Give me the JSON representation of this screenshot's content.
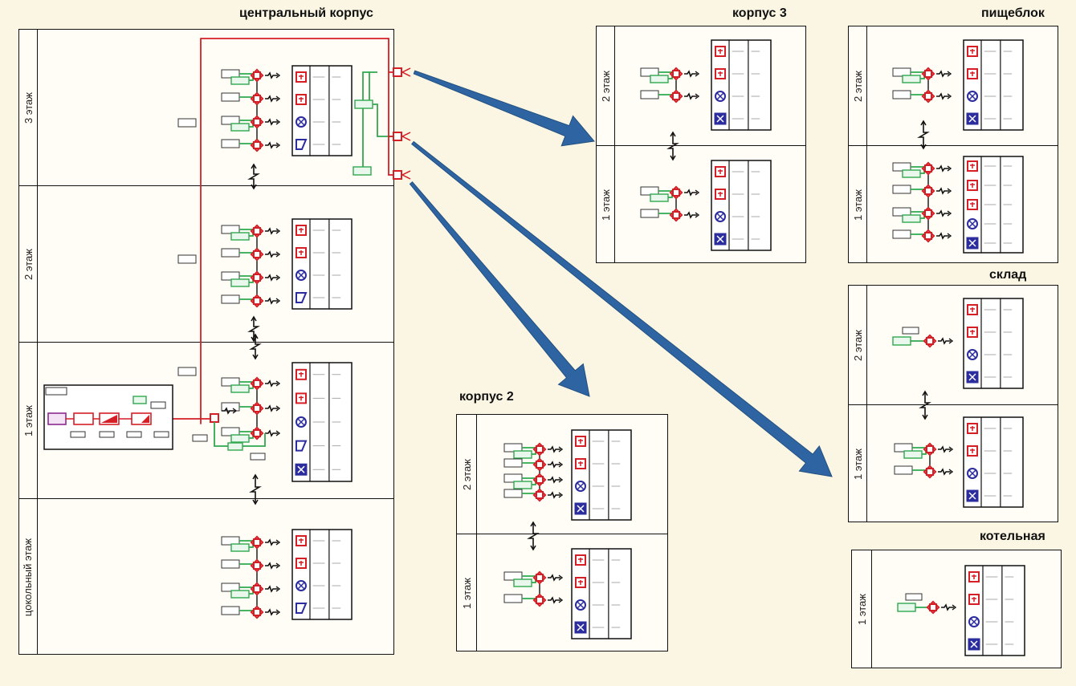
{
  "buildings": {
    "central": {
      "title": "центральный корпус",
      "floors": [
        "3 этаж",
        "2 этаж",
        "1 этаж",
        "цокольный этаж"
      ]
    },
    "korpus3": {
      "title": "корпус 3",
      "floors": [
        "2 этаж",
        "1 этаж"
      ]
    },
    "pishcheblok": {
      "title": "пищеблок",
      "floors": [
        "2 этаж",
        "1 этаж"
      ]
    },
    "sklad": {
      "title": "склад",
      "floors": [
        "2 этаж",
        "1 этаж"
      ]
    },
    "korpus2": {
      "title": "корпус 2",
      "floors": [
        "2 этаж",
        "1 этаж"
      ]
    },
    "kotelnaya": {
      "title": "котельная",
      "floors": [
        "1 этаж"
      ]
    }
  },
  "colors": {
    "trunk_line": "#d41f26",
    "local_line": "#2fa84f",
    "detector": "#d41f26",
    "sounder": "#2b2c9e",
    "arrow": "#2f64a3",
    "background": "#fbf6e3"
  },
  "icons": {
    "smoke_detector": "fire-detector-icon",
    "manual_call": "manual-call-point-icon",
    "siren": "siren-icon",
    "loudspeaker": "loudspeaker-icon",
    "light_board": "light-board-icon",
    "wireless_link": "wireless-link-icon"
  }
}
